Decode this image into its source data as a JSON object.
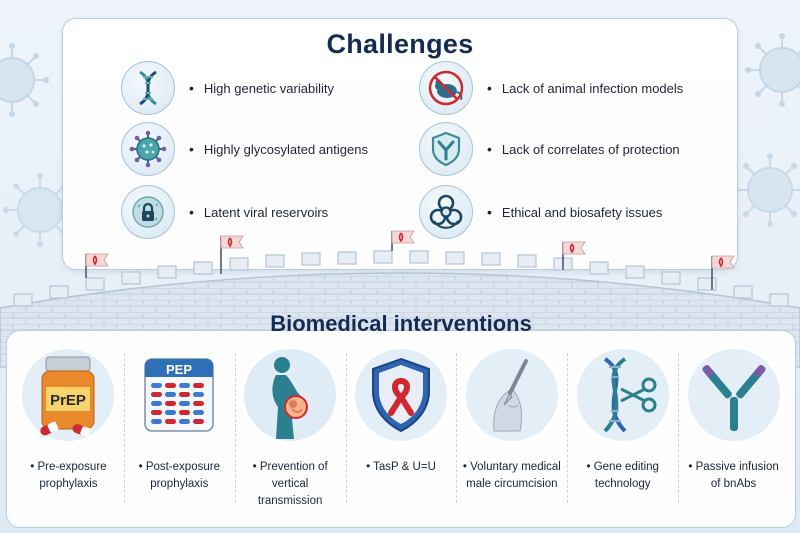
{
  "challenges": {
    "title": "Challenges",
    "items": [
      {
        "label": "High genetic variability",
        "icon": "dna-icon"
      },
      {
        "label": "Highly glycosylated antigens",
        "icon": "virus-icon"
      },
      {
        "label": "Latent viral reservoirs",
        "icon": "locked-cell-icon"
      },
      {
        "label": "Lack of animal infection models",
        "icon": "no-mouse-icon"
      },
      {
        "label": "Lack of correlates of protection",
        "icon": "antibody-shield-icon"
      },
      {
        "label": "Ethical and biosafety issues",
        "icon": "biohazard-icon"
      }
    ]
  },
  "interventions": {
    "title": "Biomedical interventions",
    "items": [
      {
        "line1": "Pre-exposure",
        "line2": "prophylaxis",
        "icon": "prep-pill-bottle-icon",
        "badge": "PrEP"
      },
      {
        "line1": "Post-exposure",
        "line2": "prophylaxis",
        "icon": "pep-pill-pack-icon",
        "badge": "PEP"
      },
      {
        "line1": "Prevention of",
        "line2": "vertical transmission",
        "icon": "pregnant-woman-icon"
      },
      {
        "line1": "TasP & U=U",
        "line2": "",
        "icon": "red-ribbon-shield-icon"
      },
      {
        "line1": "Voluntary medical",
        "line2": "male circumcision",
        "icon": "scalpel-icon"
      },
      {
        "line1": "Gene editing",
        "line2": "technology",
        "icon": "dna-scissors-icon"
      },
      {
        "line1": "Passive infusion",
        "line2": "of bnAbs",
        "icon": "antibody-icon"
      }
    ]
  },
  "colors": {
    "navy": "#152b52",
    "teal": "#2e8f9a",
    "red": "#d0282e",
    "panel_border": "#b8cde2",
    "wall": "#d9e3ee"
  }
}
